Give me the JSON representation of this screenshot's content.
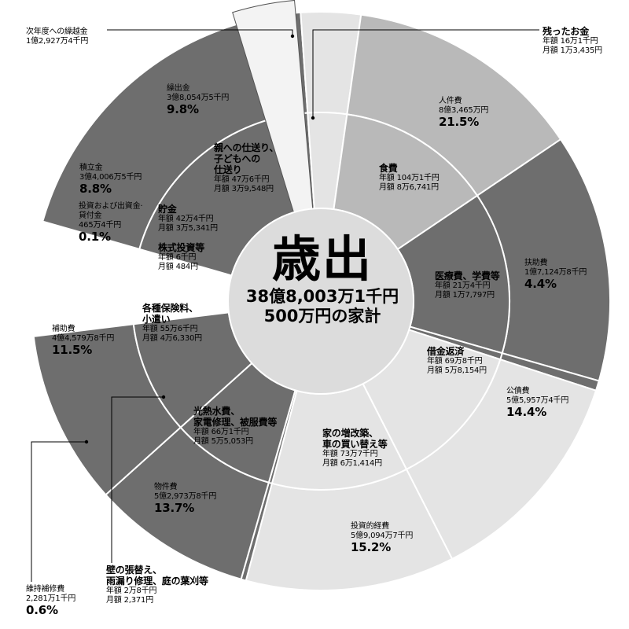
{
  "chart_data": {
    "type": "pie",
    "title": "歳出",
    "total": "38億8,003万1千円",
    "subtitle": "500万円の家計",
    "outer_ring": [
      {
        "key": "jinkenhi",
        "label": "人件費",
        "amount": "8億3,465万円",
        "pct": "21.5%",
        "value": 21.5,
        "color": "#6e6e6e"
      },
      {
        "key": "fujohi",
        "label": "扶助費",
        "amount": "1億7,124万8千円",
        "pct": "4.4%",
        "value": 4.4,
        "color": "#e4e4e4"
      },
      {
        "key": "kosaihi",
        "label": "公債費",
        "amount": "5億5,957万4千円",
        "pct": "14.4%",
        "value": 14.4,
        "color": "#b9b9b9"
      },
      {
        "key": "toushi",
        "label": "投資的経費",
        "amount": "5億9,094万7千円",
        "pct": "15.2%",
        "value": 15.2,
        "color": "#6e6e6e"
      },
      {
        "key": "ijihoshu",
        "label": "維持補修費",
        "amount": "2,281万1千円",
        "pct": "0.6%",
        "value": 0.6,
        "color": "#6e6e6e"
      },
      {
        "key": "bukkenhi",
        "label": "物件費",
        "amount": "5億2,973万8千円",
        "pct": "13.7%",
        "value": 13.7,
        "color": "#e4e4e4"
      },
      {
        "key": "hojohi",
        "label": "補助費",
        "amount": "4億4,579万8千円",
        "pct": "11.5%",
        "value": 11.5,
        "color": "#e4e4e4"
      },
      {
        "key": "toushi_kashitsuke",
        "label": "投資および出資金·貸付金",
        "amount": "465万4千円",
        "pct": "0.1%",
        "value": 0.1,
        "color": "#6e6e6e"
      },
      {
        "key": "tsumitate",
        "label": "積立金",
        "amount": "3億4,006万5千円",
        "pct": "8.8%",
        "value": 8.8,
        "color": "#6e6e6e"
      },
      {
        "key": "kuridashi",
        "label": "繰出金",
        "amount": "3億8,054万5千円",
        "pct": "9.8%",
        "value": 9.8,
        "color": "#6e6e6e"
      }
    ],
    "inner_ring": [
      {
        "key": "shokuhi",
        "heading": [
          "食費"
        ],
        "annual": "年額 104万1千円",
        "monthly": "月額 8万6,741円",
        "color": "#6e6e6e"
      },
      {
        "key": "iryohi",
        "heading": [
          "医療費、学費等"
        ],
        "annual": "年額 21万4千円",
        "monthly": "月額 1万7,797円",
        "color": "#e4e4e4"
      },
      {
        "key": "shakkin",
        "heading": [
          "借金返済"
        ],
        "annual": "年額 69万8千円",
        "monthly": "月額 5万8,154円",
        "color": "#b9b9b9"
      },
      {
        "key": "zokaichiku",
        "heading": [
          "家の増改築、",
          "車の買い替え等"
        ],
        "annual": "年額 73万7千円",
        "monthly": "月額 6万1,414円",
        "color": "#6e6e6e"
      },
      {
        "key": "kabe",
        "heading": [
          "壁の張替え、",
          "雨漏り修理、庭の葉刈等"
        ],
        "annual": "年額 2万8千円",
        "monthly": "月額 2,371円",
        "color": "#6e6e6e"
      },
      {
        "key": "kounetsu",
        "heading": [
          "光熱水費、",
          "家電修理、被服費等"
        ],
        "annual": "年額 66万1千円",
        "monthly": "月額 5万5,053円",
        "color": "#e4e4e4"
      },
      {
        "key": "hoken",
        "heading": [
          "各種保険料、",
          "小遣い"
        ],
        "annual": "年額 55万6千円",
        "monthly": "月額 4万6,330円",
        "color": "#e4e4e4"
      },
      {
        "key": "kabushiki",
        "heading": [
          "株式投資等"
        ],
        "annual": "年額 6千円",
        "monthly": "月額 484円",
        "color": "#6e6e6e"
      },
      {
        "key": "chokin",
        "heading": [
          "貯金"
        ],
        "annual": "年額 42万4千円",
        "monthly": "月額 3万5,341円",
        "color": "#6e6e6e"
      },
      {
        "key": "oyashiokuri",
        "heading": [
          "親への仕送り、",
          "子どもへの",
          "仕送り"
        ],
        "annual": "年額 47万6千円",
        "monthly": "月額 3万9,548円",
        "color": "#6e6e6e"
      }
    ],
    "extra": [
      {
        "key": "jinendo",
        "label": "次年度への繰越金",
        "amount": "1億2,927万4千円",
        "color": "#f3f3f3"
      },
      {
        "key": "nokotta",
        "heading": "残ったお金",
        "annual": "年額 16万1千円",
        "monthly": "月額 1万3,435円"
      }
    ]
  },
  "colors": {
    "dark": "#6e6e6e",
    "mid": "#b9b9b9",
    "light": "#e4e4e4",
    "lightest": "#f3f3f3",
    "center": "#dcdcdc",
    "stroke": "#ffffff"
  }
}
